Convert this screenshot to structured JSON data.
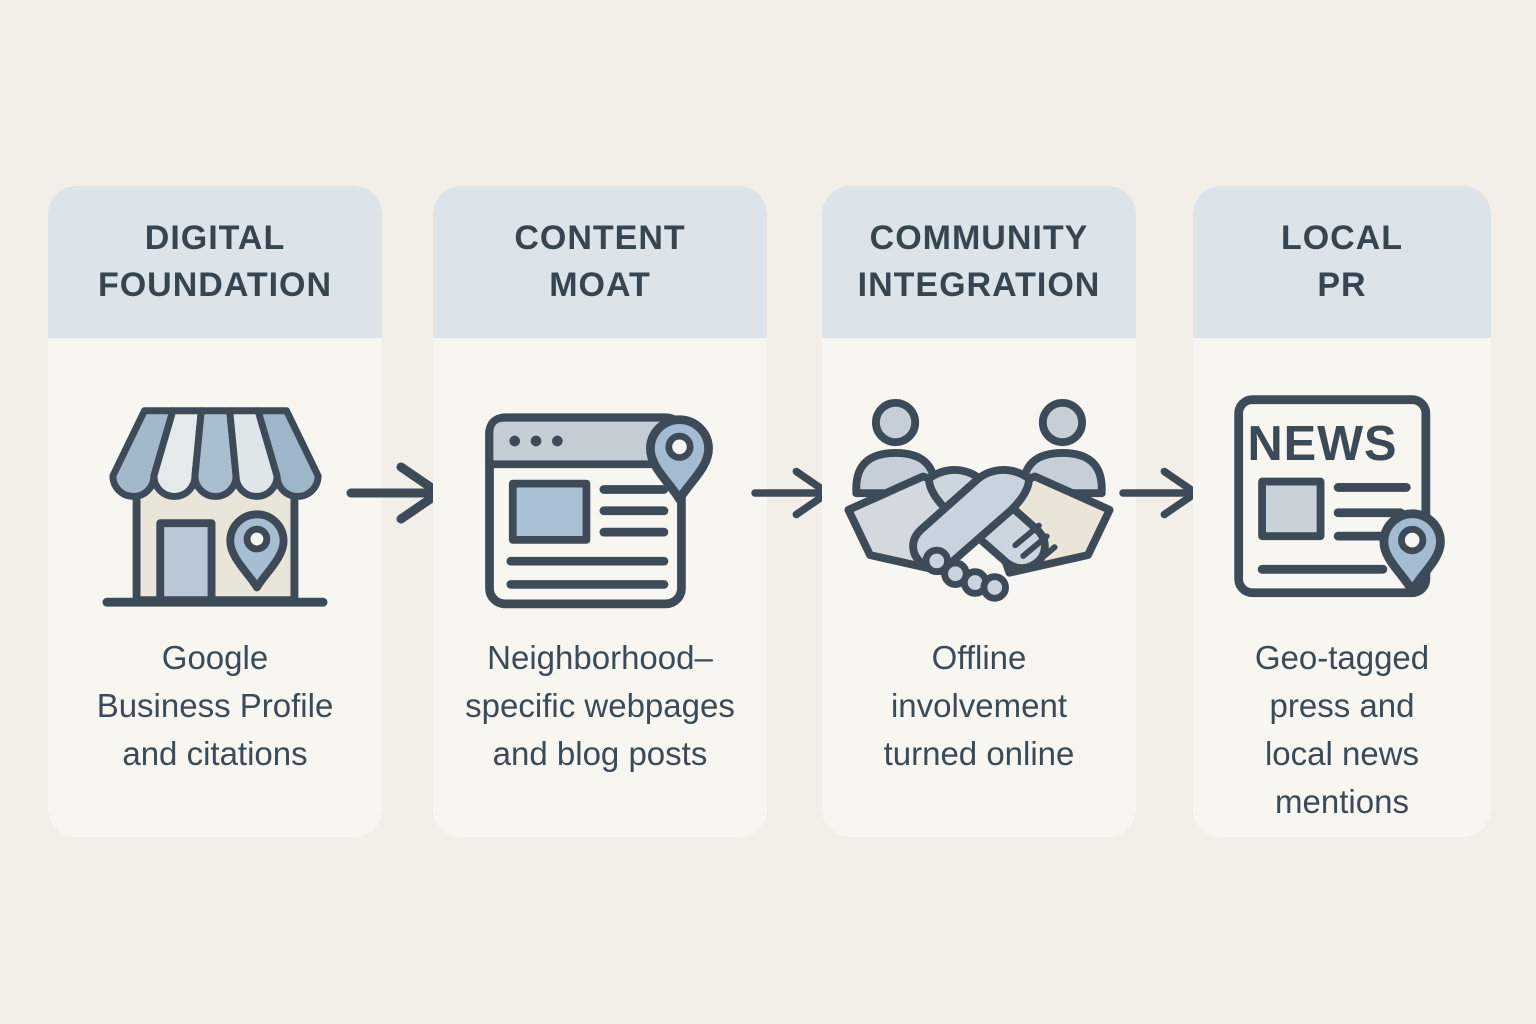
{
  "diagram": {
    "type": "process-flow",
    "direction": "left-to-right",
    "steps": [
      {
        "title": "DIGITAL\nFOUNDATION",
        "icon": "storefront-with-location-pin",
        "caption": "Google\nBusiness Profile\nand citations"
      },
      {
        "title": "CONTENT\nMOAT",
        "icon": "webpage-with-location-pin",
        "caption": "Neighborhood–\nspecific webpages\nand blog posts"
      },
      {
        "title": "COMMUNITY\nINTEGRATION",
        "icon": "handshake-between-two-people",
        "caption": "Offline\ninvolvement\nturned online"
      },
      {
        "title": "LOCAL\nPR",
        "icon": "newspaper-with-location-pin",
        "icon_label": "NEWS",
        "caption": "Geo-tagged\npress and\nlocal news\nmentions"
      }
    ],
    "connector": "right-arrow",
    "colors": {
      "page_bg": "#f2efe9",
      "card_bg": "#f8f6f1",
      "header_bg": "#dce3e9",
      "title_text": "#36454f",
      "caption_text": "#3b4a57",
      "outline": "#3d4b59",
      "pin_fill": "#a3bcd1",
      "awning_medium": "#a3b9ca",
      "awning_light": "#e4e9ec",
      "block_blue": "#a9bfd2",
      "block_gray": "#c9d1d9",
      "sleeve_beige": "#eae5d7",
      "hand_gray": "#c8d3dd"
    }
  }
}
